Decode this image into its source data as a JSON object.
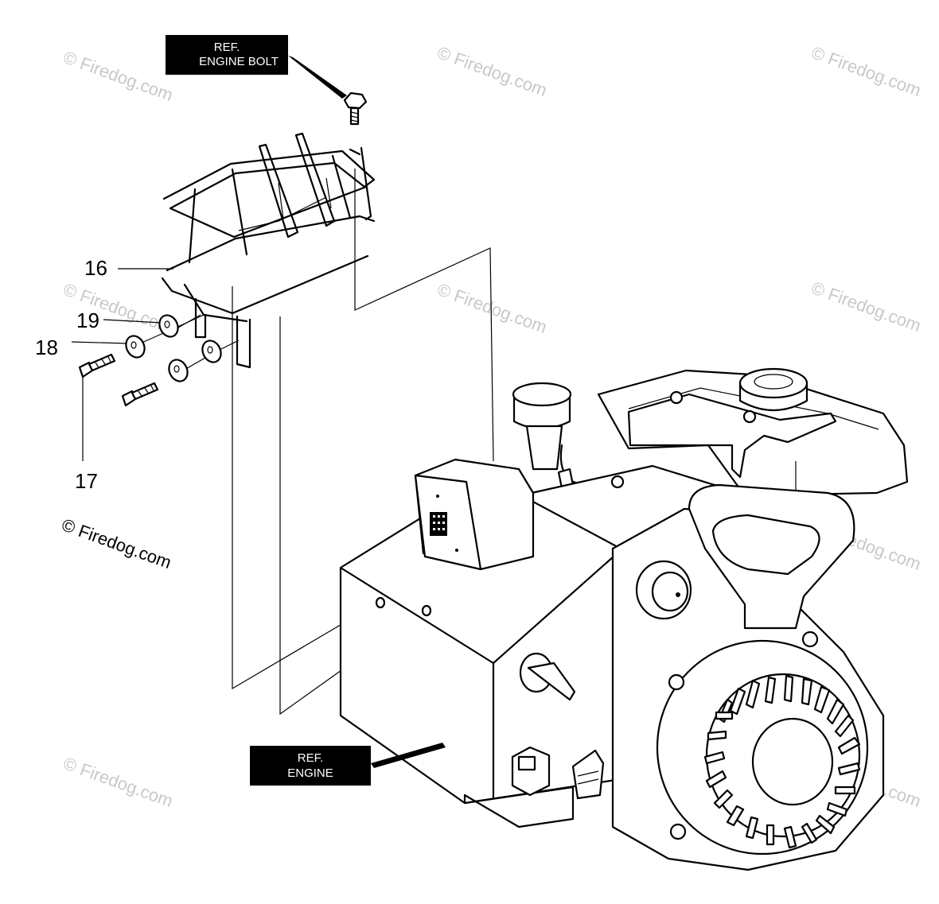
{
  "callouts": {
    "engine_bolt_line1": "REF.",
    "engine_bolt_line2": "ENGINE BOLT",
    "engine_line1": "REF.",
    "engine_line2": "ENGINE"
  },
  "part_numbers": {
    "basket": "16",
    "screw": "17",
    "washer_flat": "18",
    "washer_lock": "19"
  },
  "watermark": "© Firedog.com",
  "colors": {
    "background": "#ffffff",
    "lines": "#000000",
    "callout_box": "#000000",
    "watermark": "#c8c8c8"
  }
}
